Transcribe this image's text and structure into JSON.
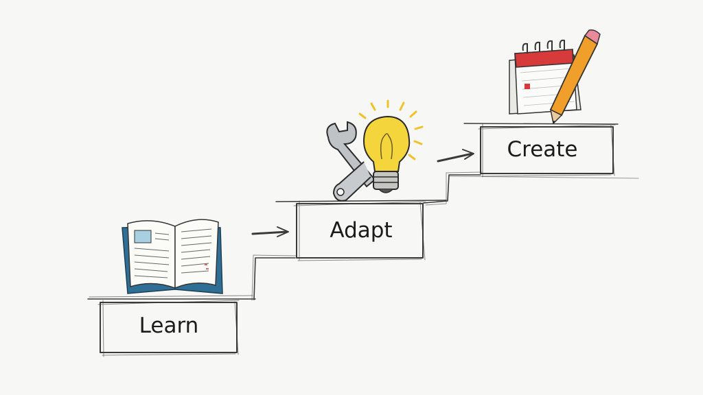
{
  "diagram": {
    "steps": [
      {
        "label": "Learn",
        "icon": "open-book-icon"
      },
      {
        "label": "Adapt",
        "icon": "wrench-and-lightbulb-icon"
      },
      {
        "label": "Create",
        "icon": "calendar-and-pencil-icon"
      }
    ],
    "connectors": [
      "arrow-icon",
      "arrow-icon"
    ]
  },
  "colors": {
    "ink": "#2f2f2f",
    "book_blue": "#2f6f96",
    "bulb_yellow": "#f2d23a",
    "calendar_red": "#d63a3a",
    "pencil_orange": "#f0a02a"
  }
}
